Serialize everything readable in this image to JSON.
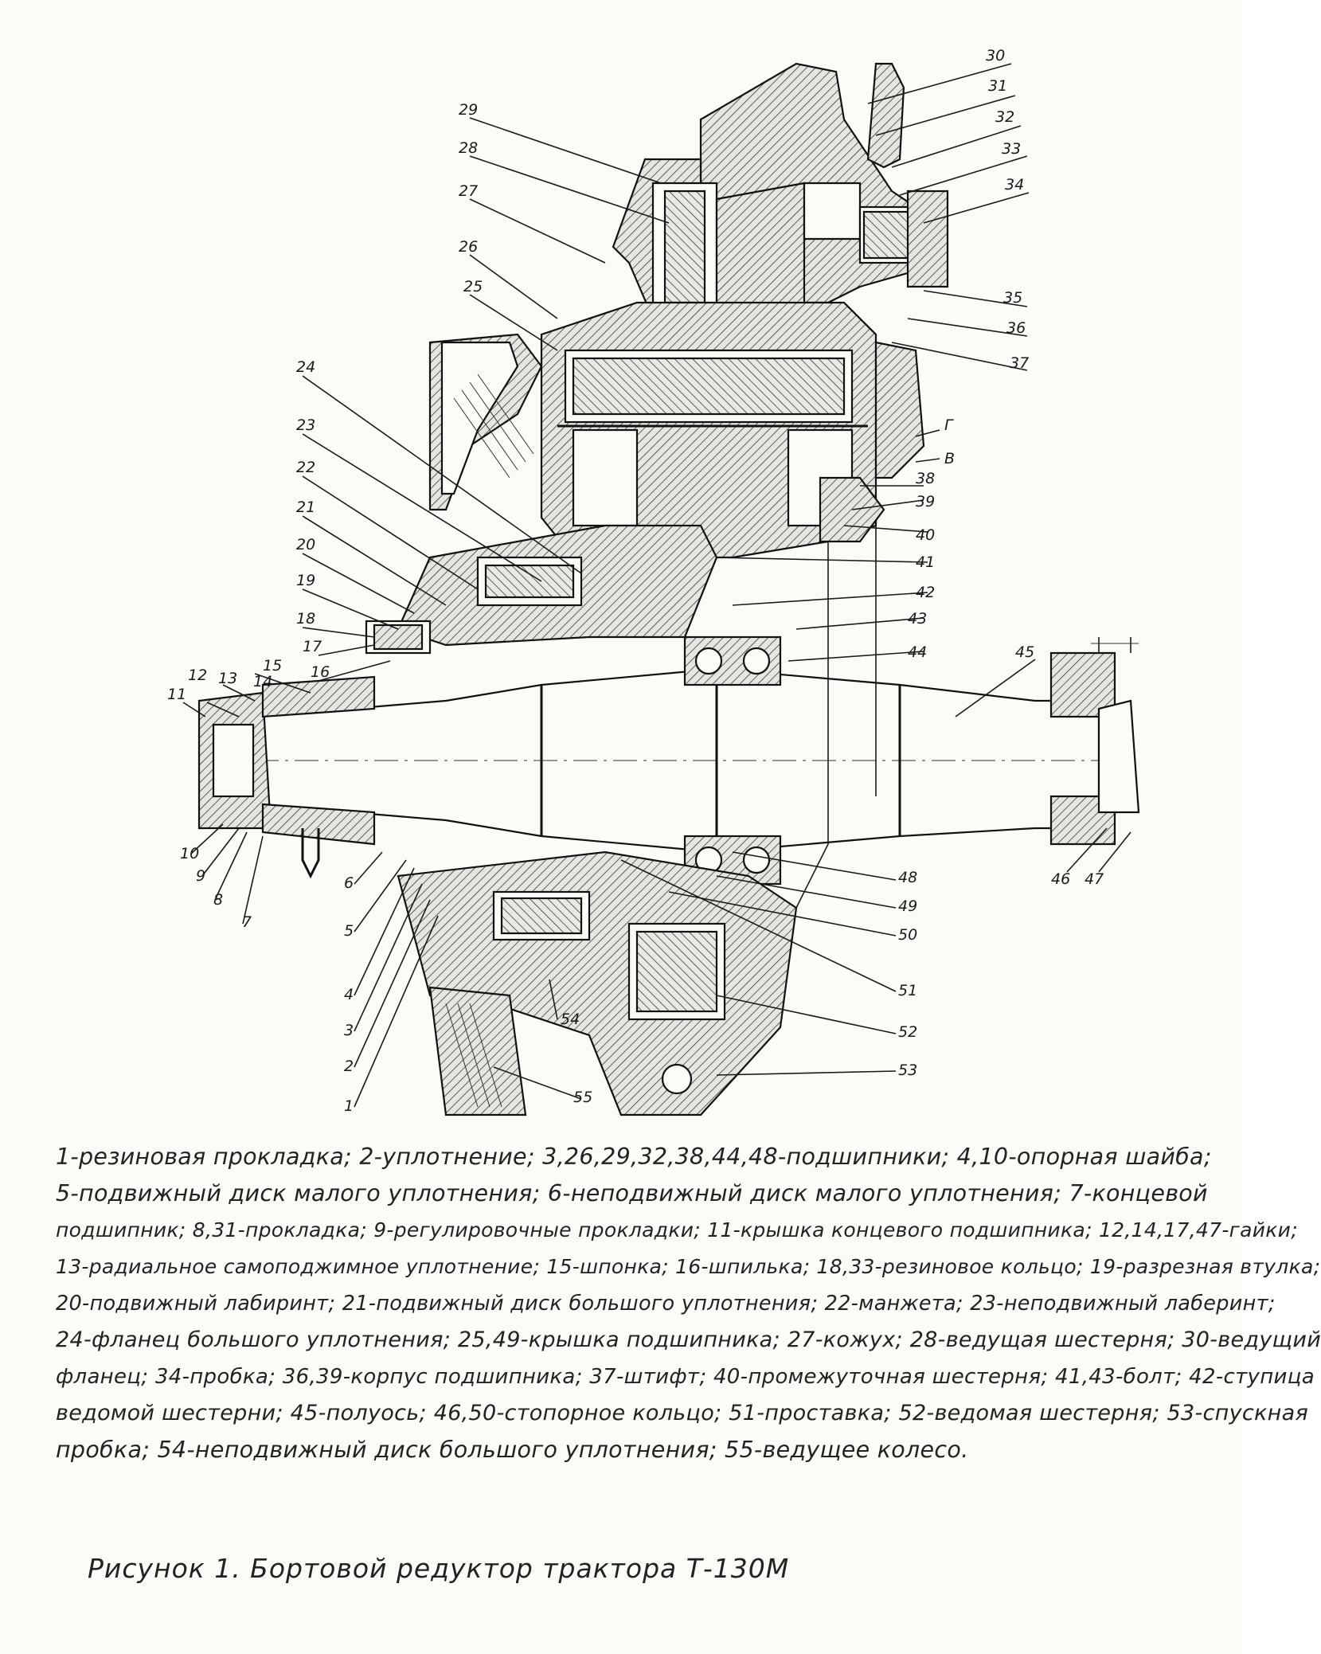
{
  "labels": {
    "1": "1",
    "2": "2",
    "3": "3",
    "4": "4",
    "5": "5",
    "6": "6",
    "7": "7",
    "8": "8",
    "9": "9",
    "10": "10",
    "11": "11",
    "12": "12",
    "13": "13",
    "14": "14",
    "15": "15",
    "16": "16",
    "17": "17",
    "18": "18",
    "19": "19",
    "20": "20",
    "21": "21",
    "22": "22",
    "23": "23",
    "24": "24",
    "25": "25",
    "26": "26",
    "27": "27",
    "28": "28",
    "29": "29",
    "30": "30",
    "31": "31",
    "32": "32",
    "33": "33",
    "34": "34",
    "35": "35",
    "36": "36",
    "37": "37",
    "38": "38",
    "39": "39",
    "40": "40",
    "41": "41",
    "42": "42",
    "43": "43",
    "44": "44",
    "45": "45",
    "46": "46",
    "47": "47",
    "48": "48",
    "49": "49",
    "50": "50",
    "51": "51",
    "52": "52",
    "53": "53",
    "54": "54",
    "55": "55",
    "G": "Г",
    "V": "В"
  },
  "legend": [
    "1-резиновая прокладка; 2-уплотнение; 3,26,29,32,38,44,48-подшипники; 4,10-опорная шайба;",
    "5-подвижный диск малого уплотнения; 6-неподвижный диск малого уплотнения; 7-концевой",
    "подшипник; 8,31-прокладка; 9-регулировочные прокладки; 11-крышка концевого подшипника; 12,14,17,47-гайки;",
    "13-радиальное самоподжимное уплотнение; 15-шпонка; 16-шпилька; 18,33-резиновое кольцо; 19-разрезная втулка;",
    "20-подвижный лабиринт; 21-подвижный диск большого уплотнения; 22-манжета; 23-неподвижный лаберинт;",
    "24-фланец большого уплотнения; 25,49-крышка подшипника; 27-кожух; 28-ведущая шестерня; 30-ведущий",
    "фланец; 34-пробка; 36,39-корпус подшипника; 37-штифт; 40-промежуточная шестерня; 41,43-болт; 42-ступица",
    "ведомой шестерни; 45-полуось; 46,50-стопорное кольцо; 51-проставка; 52-ведомая шестерня; 53-спускная",
    "пробка; 54-неподвижный диск большого уплотнения; 55-ведущее колесо."
  ],
  "caption": "Рисунок 1. Бортовой редуктор трактора Т-130М"
}
